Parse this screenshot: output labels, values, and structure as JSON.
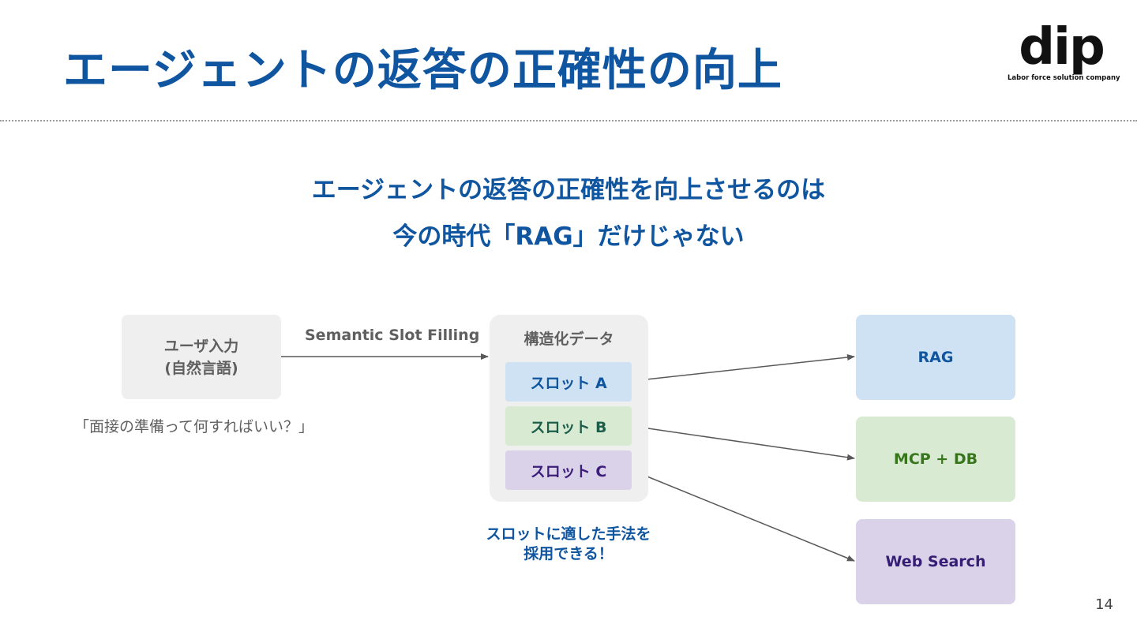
{
  "slide": {
    "title": "エージェントの返答の正確性の向上",
    "headline_line1": "エージェントの返答の正確性を向上させるのは",
    "headline_line2": "今の時代「RAG」だけじゃない",
    "page_number": "14"
  },
  "logo": {
    "wordmark": "dip",
    "tagline": "Labor force solution company"
  },
  "diagram": {
    "input_box": {
      "line1": "ユーザ入力",
      "line2": "(自然言語)"
    },
    "input_example": "「面接の準備って何すればいい？」",
    "edge_label": "Semantic Slot Filling",
    "structured_label": "構造化データ",
    "slots": [
      {
        "label": "スロット A",
        "color": "#cfe2f3"
      },
      {
        "label": "スロット B",
        "color": "#d9ead3"
      },
      {
        "label": "スロット C",
        "color": "#d9d2e9"
      }
    ],
    "targets": [
      {
        "label": "RAG",
        "color": "#cfe2f3"
      },
      {
        "label": "MCP + DB",
        "color": "#d9ead3"
      },
      {
        "label": "Web Search",
        "color": "#d9d2e9"
      }
    ],
    "note_line1": "スロットに適した手法を",
    "note_line2": "採用できる！"
  },
  "colors": {
    "accent": "#0f55a0",
    "neutral_box": "#efefef",
    "arrow": "#595959"
  }
}
